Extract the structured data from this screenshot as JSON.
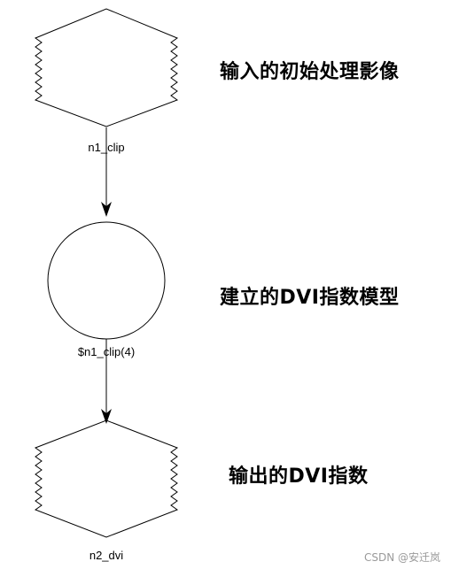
{
  "diagram": {
    "nodes": [
      {
        "id": "input-image",
        "shape": "raster-diamond",
        "label": "n1_clip",
        "description": "输入的初始处理影像"
      },
      {
        "id": "dvi-model",
        "shape": "circle",
        "label": "$n1_clip(4)",
        "description": "建立的DVI指数模型"
      },
      {
        "id": "output-image",
        "shape": "raster-diamond",
        "label": "n2_dvi",
        "description": "输出的DVI指数"
      }
    ],
    "edges": [
      {
        "from": "input-image",
        "to": "dvi-model"
      },
      {
        "from": "dvi-model",
        "to": "output-image"
      }
    ],
    "colors": {
      "stroke": "#000000",
      "background": "#ffffff"
    }
  },
  "watermark": "CSDN @安迁岚"
}
